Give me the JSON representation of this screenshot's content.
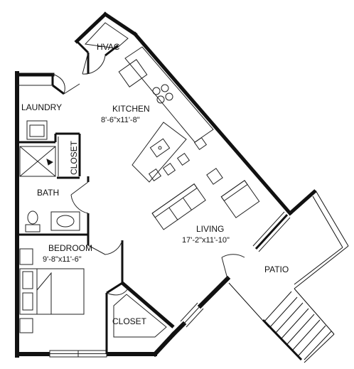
{
  "colors": {
    "wall": "#111111",
    "line": "#222222",
    "background": "#ffffff"
  },
  "rooms": {
    "hvac": {
      "name": "HVAC"
    },
    "laundry": {
      "name": "LAUNDRY"
    },
    "kitchen": {
      "name": "KITCHEN",
      "size": "8'-6\"x11'-8\""
    },
    "closet_hall": {
      "name": "CLOSET"
    },
    "bath": {
      "name": "BATH"
    },
    "living": {
      "name": "LIVING",
      "size": "17'-2\"x11'-10\""
    },
    "bedroom": {
      "name": "BEDROOM",
      "size": "9'-8\"x11'-6\""
    },
    "closet_bed": {
      "name": "CLOSET"
    },
    "patio": {
      "name": "PATIO"
    }
  }
}
